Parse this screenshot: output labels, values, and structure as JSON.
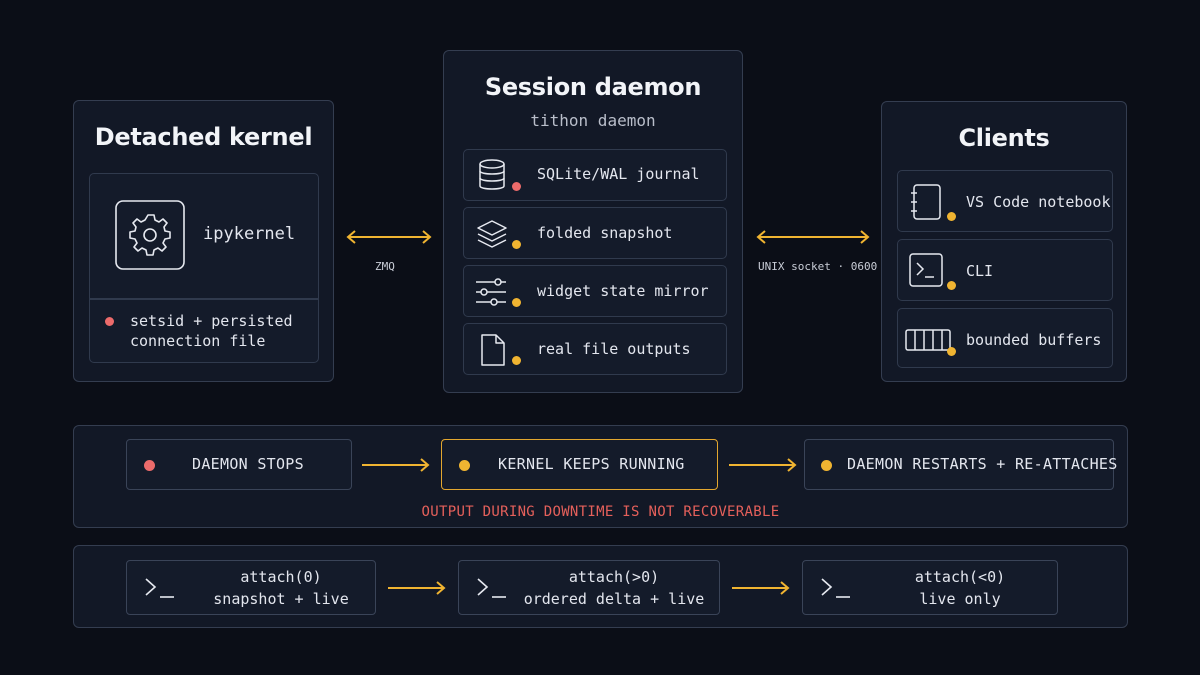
{
  "kernel": {
    "title": "Detached kernel",
    "process": "ipykernel",
    "note_line1": "setsid + persisted",
    "note_line2": "connection file"
  },
  "daemon": {
    "title": "Session daemon",
    "subtitle": "tithon daemon",
    "items": [
      {
        "label": "SQLite/WAL journal",
        "icon": "database-icon",
        "status": "red"
      },
      {
        "label": "folded snapshot",
        "icon": "layers-icon",
        "status": "yellow"
      },
      {
        "label": "widget state mirror",
        "icon": "sliders-icon",
        "status": "yellow"
      },
      {
        "label": "real file outputs",
        "icon": "file-icon",
        "status": "yellow"
      }
    ]
  },
  "clients": {
    "title": "Clients",
    "items": [
      {
        "label": "VS Code notebook",
        "icon": "notebook-icon",
        "status": "yellow"
      },
      {
        "label": "CLI",
        "icon": "terminal-icon",
        "status": "yellow"
      },
      {
        "label": "bounded buffers",
        "icon": "buffer-icon",
        "status": "yellow"
      }
    ]
  },
  "links": {
    "kernel_daemon": "ZMQ",
    "daemon_clients": "UNIX socket · 0600"
  },
  "failure_flow": {
    "steps": [
      {
        "label": "DAEMON STOPS",
        "status": "red"
      },
      {
        "label": "KERNEL KEEPS RUNNING",
        "status": "yellow"
      },
      {
        "label": "DAEMON RESTARTS + RE-ATTACHES",
        "status": "yellow"
      }
    ],
    "warning": "OUTPUT DURING DOWNTIME IS NOT RECOVERABLE"
  },
  "attach_flow": {
    "steps": [
      {
        "line1": "attach(0)",
        "line2": "snapshot + live"
      },
      {
        "line1": "attach(>0)",
        "line2": "ordered delta + live"
      },
      {
        "line1": "attach(<0)",
        "line2": "live only"
      }
    ]
  },
  "colors": {
    "accent": "#f0b431",
    "alert": "#ec6b6b",
    "background": "#0b0e17",
    "panel": "#121826",
    "border": "#343d50"
  }
}
